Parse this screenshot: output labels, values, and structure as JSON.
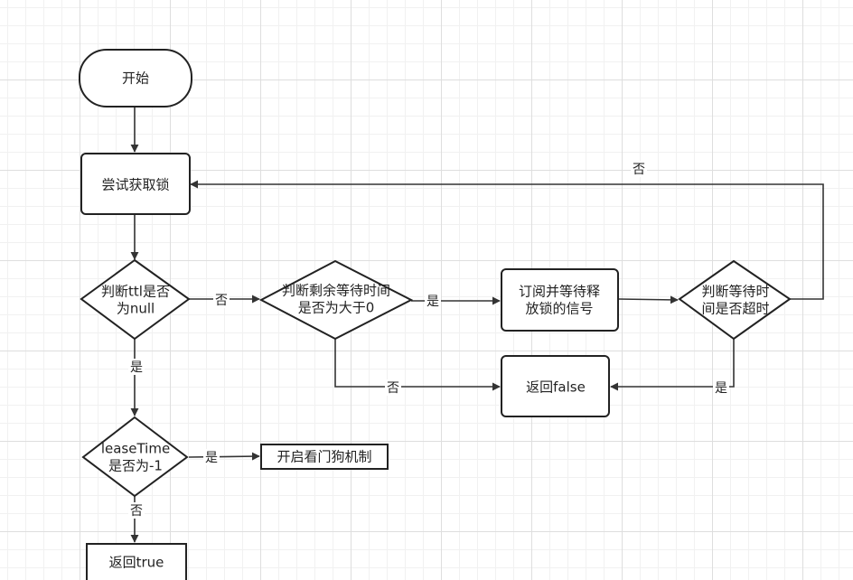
{
  "nodes": {
    "start": "开始",
    "acquire": "尝试获取锁",
    "ttl_check": [
      "判断ttl是否",
      "为null"
    ],
    "wait_check": [
      "判断剩余等待时间",
      "是否为大于0"
    ],
    "subscribe": [
      "订阅并等待释",
      "放锁的信号"
    ],
    "timeout_check": [
      "判断等待时",
      "间是否超时"
    ],
    "return_false": "返回false",
    "lease_check": [
      "leaseTime",
      "是否为-1"
    ],
    "watchdog": "开启看门狗机制",
    "return_true": "返回true"
  },
  "edges": {
    "ttl_yes": "是",
    "ttl_no": "否",
    "wait_yes": "是",
    "wait_no": "否",
    "timeout_yes": "是",
    "timeout_no": "否",
    "lease_yes": "是",
    "lease_no": "否"
  }
}
